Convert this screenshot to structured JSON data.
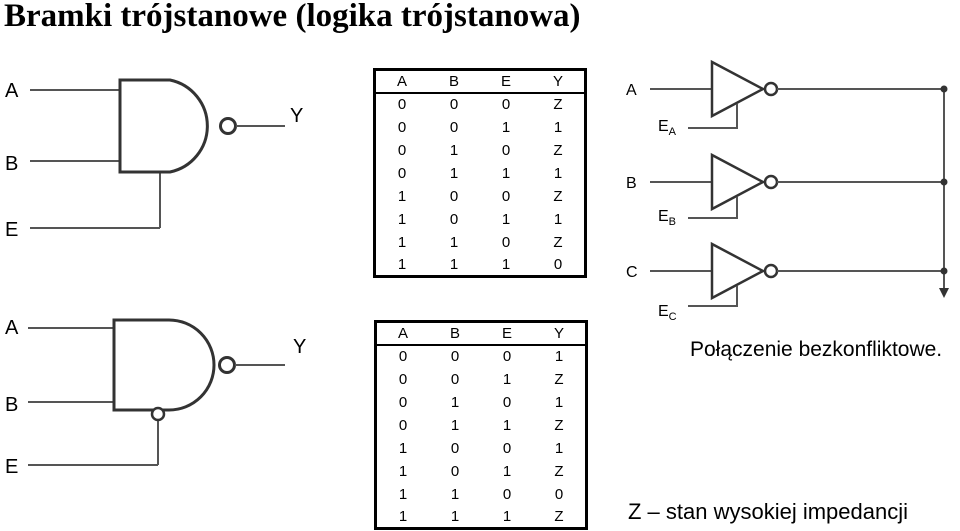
{
  "title": "Bramki trójstanowe (logika trójstanowa)",
  "gate1": {
    "inputs": [
      "A",
      "B"
    ],
    "enable": "E",
    "output": "Y"
  },
  "gate2": {
    "inputs": [
      "A",
      "B"
    ],
    "enable": "E",
    "output": "Y"
  },
  "table1": {
    "headers": [
      "A",
      "B",
      "E",
      "Y"
    ],
    "rows": [
      [
        "0",
        "0",
        "0",
        "Z"
      ],
      [
        "0",
        "0",
        "1",
        "1"
      ],
      [
        "0",
        "1",
        "0",
        "Z"
      ],
      [
        "0",
        "1",
        "1",
        "1"
      ],
      [
        "1",
        "0",
        "0",
        "Z"
      ],
      [
        "1",
        "0",
        "1",
        "1"
      ],
      [
        "1",
        "1",
        "0",
        "Z"
      ],
      [
        "1",
        "1",
        "1",
        "0"
      ]
    ]
  },
  "table2": {
    "headers": [
      "A",
      "B",
      "E",
      "Y"
    ],
    "rows": [
      [
        "0",
        "0",
        "0",
        "1"
      ],
      [
        "0",
        "0",
        "1",
        "Z"
      ],
      [
        "0",
        "1",
        "0",
        "1"
      ],
      [
        "0",
        "1",
        "1",
        "Z"
      ],
      [
        "1",
        "0",
        "0",
        "1"
      ],
      [
        "1",
        "0",
        "1",
        "Z"
      ],
      [
        "1",
        "1",
        "0",
        "0"
      ],
      [
        "1",
        "1",
        "1",
        "Z"
      ]
    ]
  },
  "bus": {
    "inputs": [
      "A",
      "B",
      "C"
    ],
    "enables": [
      {
        "main": "E",
        "sub": "A"
      },
      {
        "main": "E",
        "sub": "B"
      },
      {
        "main": "E",
        "sub": "C"
      }
    ]
  },
  "bus_caption": "Połączenie bezkonfliktowe.",
  "legend": "Z – stan wysokiej impedancji"
}
